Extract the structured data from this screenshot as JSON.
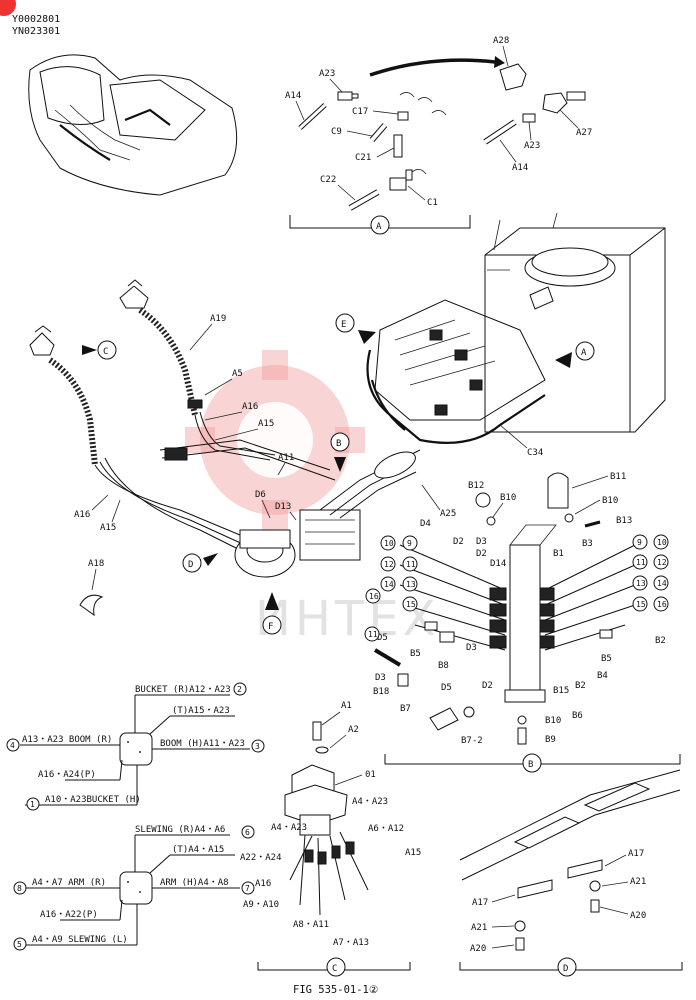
{
  "header": {
    "code_1": "Y0002801",
    "code_2": "YN023301"
  },
  "views": {
    "a": "A",
    "b": "B",
    "c": "C",
    "d": "D",
    "e": "E",
    "f": "F"
  },
  "labels_top": {
    "a28": "A28",
    "a23_1": "A23",
    "a14_1": "A14",
    "c17": "C17",
    "c9": "C9",
    "a27": "A27",
    "a23_2": "A23",
    "a14_2": "A14",
    "c21": "C21",
    "c22": "C22",
    "c1": "C1"
  },
  "labels_main": {
    "a19": "A19",
    "a5": "A5",
    "a16_1": "A16",
    "a15_1": "A15",
    "a11": "A11",
    "d6": "D6",
    "d13": "D13",
    "a16_2": "A16",
    "a15_2": "A15",
    "a18": "A18",
    "c34": "C34",
    "a25": "A25"
  },
  "labels_b": {
    "b12": "B12",
    "b10_1": "B10",
    "b11": "B11",
    "b10_2": "B10",
    "b13": "B13",
    "d4": "D4",
    "d2_1": "D2",
    "d3_1": "D3",
    "d2_2": "D2",
    "d14": "D14",
    "b1": "B1",
    "b3": "B3",
    "d5_1": "D5",
    "b5_1": "B5",
    "b8": "B8",
    "d3_2": "D3",
    "d3_3": "D3",
    "d5_2": "D5",
    "d2_3": "D2",
    "b18": "B18",
    "b7": "B7",
    "b72": "B7-2",
    "b15": "B15",
    "b6": "B6",
    "b10_3": "B10",
    "b9": "B9",
    "b2_1": "B2",
    "b4": "B4",
    "b2_2": "B2",
    "b5_2": "B5"
  },
  "circled_numbers": [
    "10",
    "9",
    "12",
    "11",
    "14",
    "13",
    "16",
    "15",
    "11",
    "9",
    "10",
    "11",
    "12",
    "13",
    "14",
    "15",
    "16"
  ],
  "legend_1": {
    "bucket_r": "BUCKET (R)A12・A23",
    "t": "(T)A15・A23",
    "boom_r": "A13・A23 BOOM (R)",
    "boom_h": "BOOM (H)A11・A23",
    "p": "A16・A24(P)",
    "bucket_h": "A10・A23BUCKET (H)",
    "n1": "1",
    "n2": "2",
    "n3": "3",
    "n4": "4"
  },
  "legend_2": {
    "slewing_r": "SLEWING (R)A4・A6",
    "t": "(T)A4・A15",
    "arm_r": "A4・A7 ARM (R)",
    "arm_h": "ARM (H)A4・A8",
    "p": "A16・A22(P)",
    "slewing_l": "A4・A9 SLEWING (L)",
    "n5": "5",
    "n6": "6",
    "n7": "7",
    "n8": "8"
  },
  "labels_c": {
    "a1": "A1",
    "a2": "A2",
    "p01": "01",
    "a4a23_1": "A4・A23",
    "a4a23_2": "A4・A23",
    "a6a12": "A6・A12",
    "a22a24": "A22・A24",
    "a15": "A15",
    "a16": "A16",
    "a9a10": "A9・A10",
    "a8a11": "A8・A11",
    "a7a13": "A7・A13"
  },
  "labels_d": {
    "a17_1": "A17",
    "a21_1": "A21",
    "a17_2": "A17",
    "a21_2": "A21",
    "a20_1": "A20",
    "a20_2": "A20"
  },
  "watermark": "ИНТЕХ",
  "caption": "FIG 535-01-1②"
}
